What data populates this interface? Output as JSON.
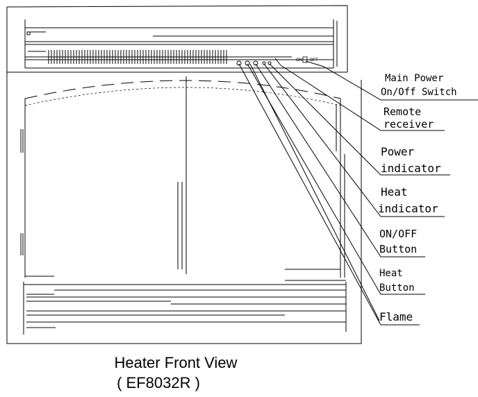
{
  "callouts": [
    {
      "id": "main-power",
      "lines": [
        "Main Power",
        "On/Off Switch"
      ]
    },
    {
      "id": "remote-receiver",
      "lines": [
        "Remote",
        "receiver"
      ]
    },
    {
      "id": "power-indicator",
      "lines": [
        "Power",
        "indicator"
      ]
    },
    {
      "id": "heat-indicator",
      "lines": [
        "Heat",
        "indicator"
      ]
    },
    {
      "id": "on-off-button",
      "lines": [
        "ON/OFF",
        "Button"
      ]
    },
    {
      "id": "heat-button",
      "lines": [
        "Heat",
        "Button"
      ]
    },
    {
      "id": "flame",
      "lines": [
        "Flame"
      ]
    }
  ],
  "panel_labels": {
    "on": "ON",
    "off": "OFF"
  },
  "caption": {
    "title": "Heater Front View",
    "model": "( EF8032R )"
  }
}
